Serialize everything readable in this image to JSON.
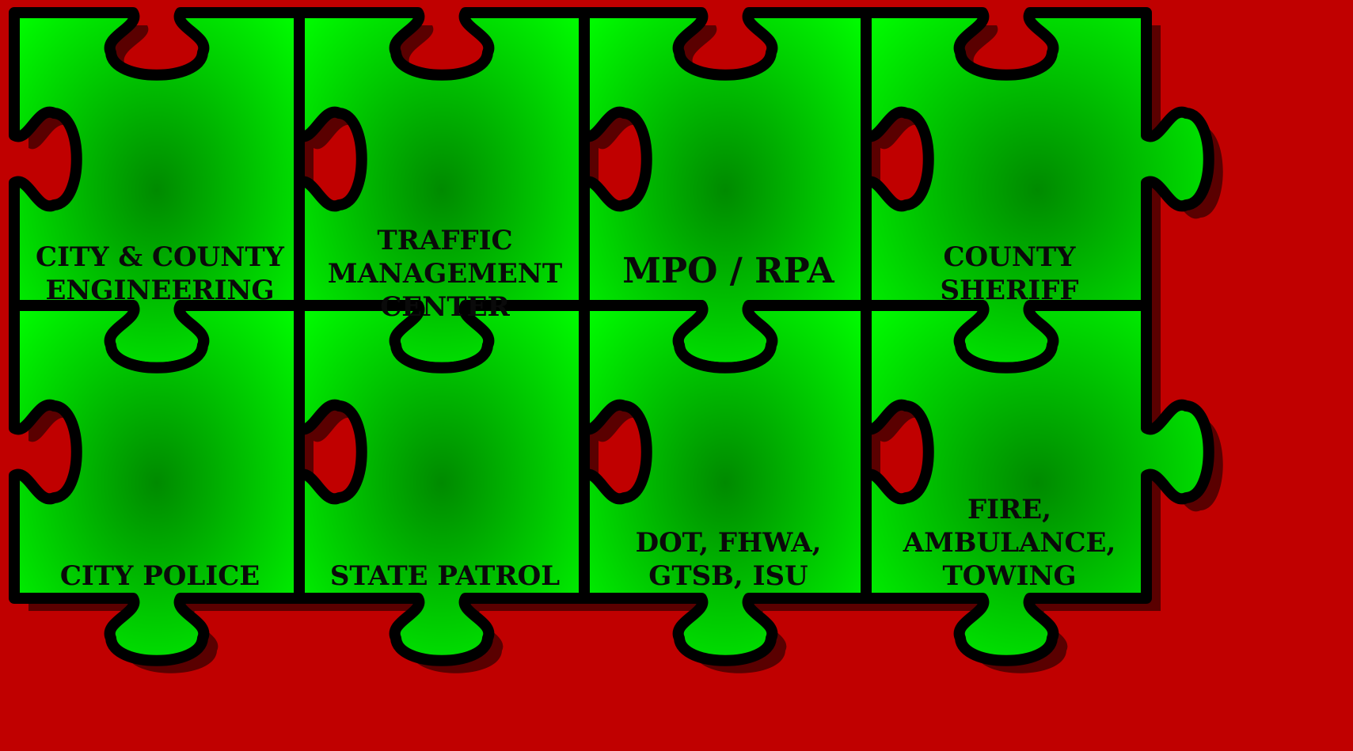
{
  "colors": {
    "background": "#c00000",
    "piece_light": "#00ff00",
    "piece_dark": "#008a00",
    "outline": "#000000",
    "shadow": "#5a0000"
  },
  "pieces": [
    {
      "id": "city-county-engineering",
      "row": 0,
      "col": 0,
      "lines": [
        "CITY & COUNTY",
        "ENGINEERING"
      ]
    },
    {
      "id": "traffic-management-center",
      "row": 0,
      "col": 1,
      "lines": [
        "TRAFFIC",
        "MANAGEMENT",
        "CENTER"
      ]
    },
    {
      "id": "mpo-rpa",
      "row": 0,
      "col": 2,
      "lines": [
        "MPO / RPA"
      ]
    },
    {
      "id": "county-sheriff",
      "row": 0,
      "col": 3,
      "lines": [
        "COUNTY",
        "SHERIFF"
      ]
    },
    {
      "id": "city-police",
      "row": 1,
      "col": 0,
      "lines": [
        "CITY POLICE"
      ]
    },
    {
      "id": "state-patrol",
      "row": 1,
      "col": 1,
      "lines": [
        "STATE PATROL"
      ]
    },
    {
      "id": "dot-fhwa-gtsb-isu",
      "row": 1,
      "col": 2,
      "lines": [
        "DOT, FHWA,",
        "GTSB, ISU"
      ]
    },
    {
      "id": "fire-ambulance-towing",
      "row": 1,
      "col": 3,
      "lines": [
        "FIRE,",
        "AMBULANCE,",
        "TOWING"
      ]
    }
  ]
}
